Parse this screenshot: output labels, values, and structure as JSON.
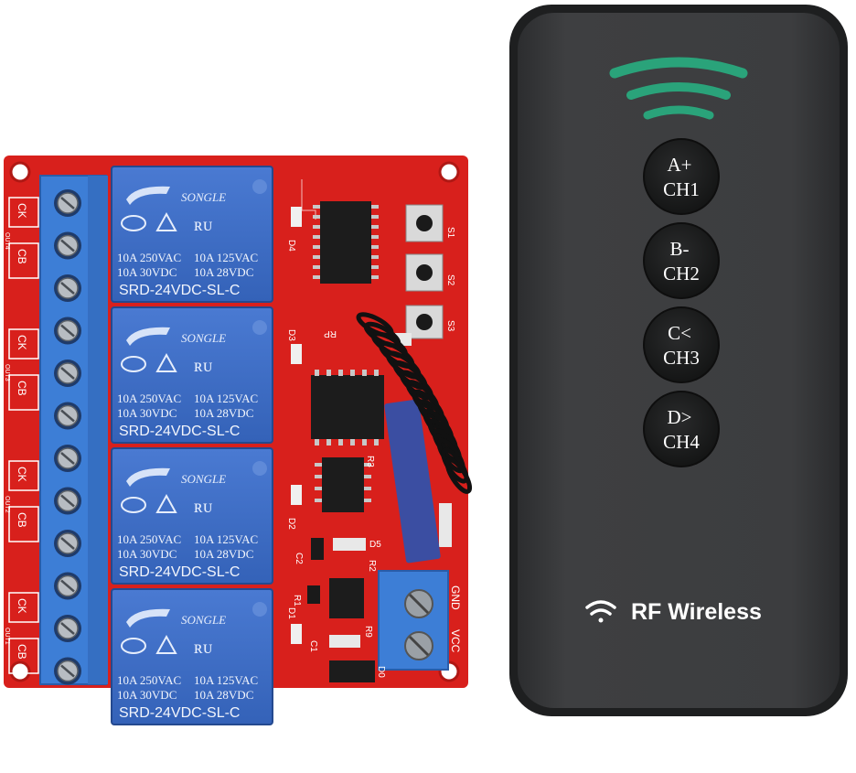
{
  "colors": {
    "pcb_red": "#d8201c",
    "relay_blue": "#3a6cc6",
    "terminal_blue": "#3d7ed6",
    "remote_body": "#3b3c3e",
    "signal_green": "#2aa37a"
  },
  "relays": [
    {
      "brand": "SONGLE",
      "rating1": "10A 250VAC",
      "rating2": "10A 125VAC",
      "rating3": "10A 30VDC",
      "rating4": "10A 28VDC",
      "model": "SRD-24VDC-SL-C"
    },
    {
      "brand": "SONGLE",
      "rating1": "10A 250VAC",
      "rating2": "10A 125VAC",
      "rating3": "10A 30VDC",
      "rating4": "10A 28VDC",
      "model": "SRD-24VDC-SL-C"
    },
    {
      "brand": "SONGLE",
      "rating1": "10A 250VAC",
      "rating2": "10A 125VAC",
      "rating3": "10A 30VDC",
      "rating4": "10A 28VDC",
      "model": "SRD-24VDC-SL-C"
    },
    {
      "brand": "SONGLE",
      "rating1": "10A 250VAC",
      "rating2": "10A 125VAC",
      "rating3": "10A 30VDC",
      "rating4": "10A 28VDC",
      "model": "SRD-24VDC-SL-C"
    }
  ],
  "outputs": [
    {
      "name": "OUT4",
      "ck": "CK",
      "cb": "CB"
    },
    {
      "name": "OUT3",
      "ck": "CK",
      "cb": "CB"
    },
    {
      "name": "OUT2",
      "ck": "CK",
      "cb": "CB"
    },
    {
      "name": "OUT1",
      "ck": "CK",
      "cb": "CB"
    }
  ],
  "silkscreen": {
    "s1": "S1",
    "s2": "S2",
    "s3": "S3",
    "d4": "D4",
    "d3": "D3",
    "d2": "D2",
    "d1": "D1",
    "d5": "D5",
    "c1": "C1",
    "c2": "C2",
    "r1": "R1",
    "r2": "R2",
    "r3": "R3",
    "r9": "R9",
    "rp": "RP",
    "gnd": "GND",
    "vcc": "VCC",
    "d0": "D0"
  },
  "remote": {
    "buttons": [
      {
        "top": "A+",
        "bottom": "CH1"
      },
      {
        "top": "B-",
        "bottom": "CH2"
      },
      {
        "top": "C<",
        "bottom": "CH3"
      },
      {
        "top": "D>",
        "bottom": "CH4"
      }
    ],
    "brand_label": "RF Wireless"
  }
}
